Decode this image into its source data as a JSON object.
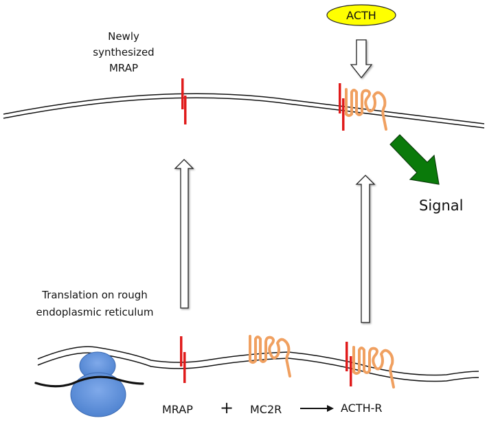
{
  "labels": {
    "newly_synthesized_line1": "Newly",
    "newly_synthesized_line2": "synthesized",
    "newly_synthesized_line3": "MRAP",
    "acth": "ACTH",
    "signal": "Signal",
    "translation_line1": "Translation on rough",
    "translation_line2": "endoplasmic reticulum",
    "mrap": "MRAP",
    "plus": "+",
    "mc2r": "MC2R",
    "acth_r": "ACTH-R"
  },
  "colors": {
    "mrap_red": "#e01b1b",
    "mc2r_orange": "#f0a060",
    "acth_yellow": "#ffff00",
    "signal_green": "#0a7a0a",
    "ribosome_blue": "#5b8fd8",
    "membrane_black": "#111111"
  }
}
